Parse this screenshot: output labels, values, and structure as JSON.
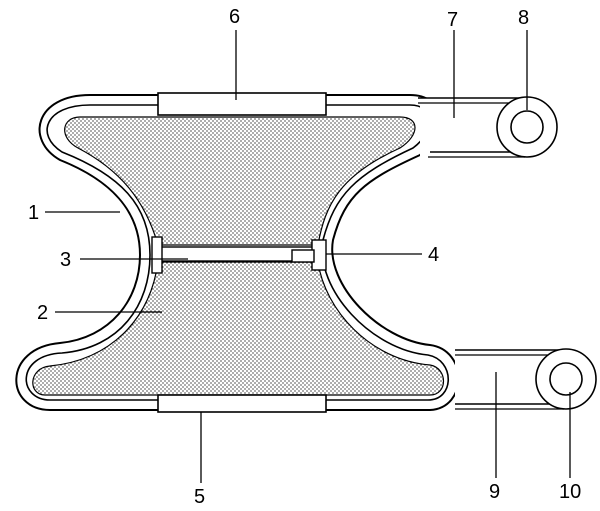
{
  "colors": {
    "stroke": "#000000",
    "background": "#ffffff",
    "stipple": "#000000"
  },
  "labels": {
    "l1": "1",
    "l2": "2",
    "l3": "3",
    "l4": "4",
    "l5": "5",
    "l6": "6",
    "l7": "7",
    "l8": "8",
    "l9": "9",
    "l10": "10"
  }
}
